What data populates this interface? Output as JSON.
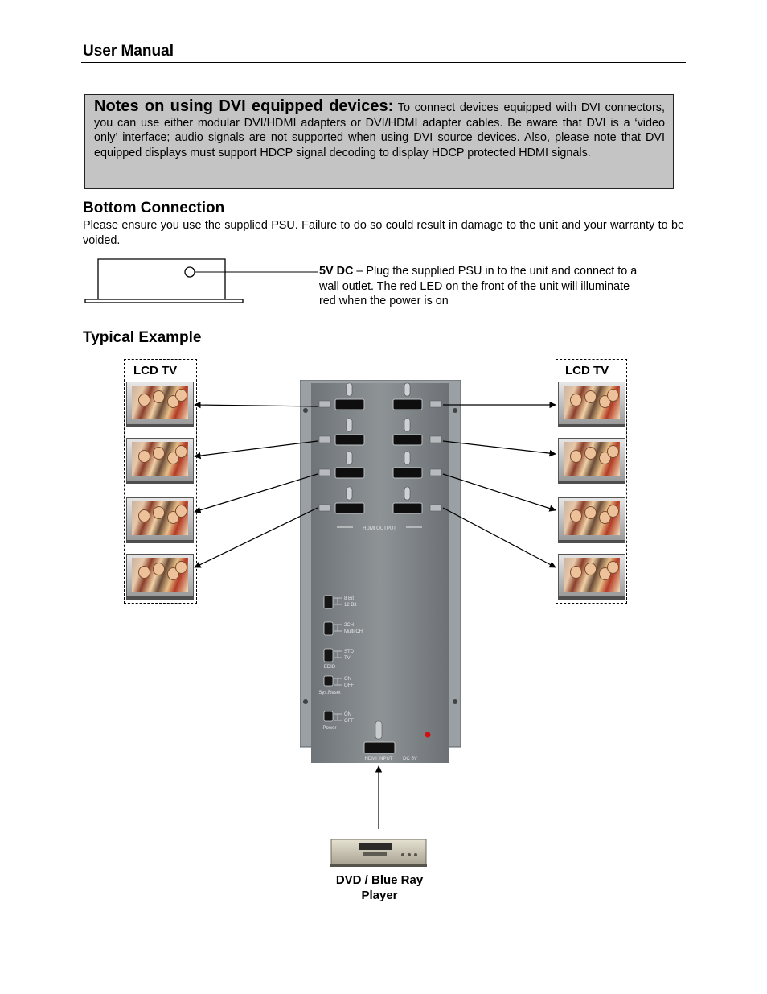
{
  "header": {
    "title": "User Manual"
  },
  "note": {
    "heading": "Notes on using DVI equipped devices:",
    "text": " To connect devices equipped with DVI connectors, you can use either modular DVI/HDMI adapters or DVI/HDMI adapter cables. Be aware that DVI is a ‘video only’ interface; audio signals are not supported when using DVI source devices. Also, please note that DVI equipped displays must support HDCP signal decoding to display HDCP protected HDMI signals."
  },
  "bottom_connection": {
    "heading": "Bottom Connection",
    "text": "Please ensure you use the supplied PSU. Failure to do so could result in damage to the unit and your warranty to be voided.",
    "psu_label": "5V DC",
    "psu_text": " – Plug the supplied PSU in to the unit and connect to a wall outlet. The red LED on the front of the unit will illuminate red when the power is on"
  },
  "typical_example": {
    "heading": "Typical Example",
    "left_label": "LCD TV",
    "right_label": "LCD TV",
    "source_label_line1": "DVD / Blue Ray",
    "source_label_line2": "Player"
  },
  "device": {
    "hdmi_output": "HDMI OUTPUT",
    "hdmi_input": "HDMI INPUT",
    "dc_label": "DC 5V",
    "switches": [
      {
        "on": "8 Bit",
        "off": "12 Bit",
        "caption": ""
      },
      {
        "on": "2CH",
        "off": "Multi CH",
        "caption": ""
      },
      {
        "on": "STD",
        "off": "TV",
        "caption": "EDID"
      },
      {
        "on": "ON",
        "off": "OFF",
        "caption": "Sys.Reset"
      },
      {
        "on": "ON",
        "off": "OFF",
        "caption": "Power"
      }
    ],
    "led_color": "#d21010",
    "panel_color": "#7f8487"
  }
}
